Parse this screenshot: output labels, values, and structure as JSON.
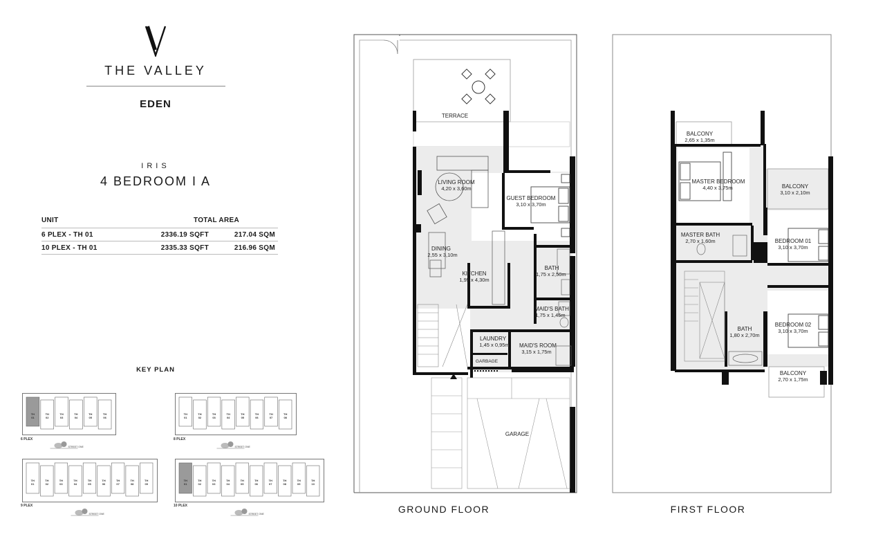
{
  "brand": {
    "name": "THE VALLEY",
    "subtitle": "EDEN"
  },
  "unit_type": {
    "name": "IRIS",
    "title": "4 BEDROOM I A"
  },
  "area_table": {
    "headers": {
      "unit": "UNIT",
      "total_area": "TOTAL AREA"
    },
    "rows": [
      {
        "unit": "6 PLEX - TH 01",
        "sqft": "2336.19 SQFT",
        "sqm": "217.04 SQM"
      },
      {
        "unit": "10 PLEX - TH 01",
        "sqft": "2335.33 SQFT",
        "sqm": "216.96 SQM"
      }
    ]
  },
  "key_plan": {
    "title": "KEY PLAN",
    "plans": [
      {
        "label": "6 PLEX",
        "units": [
          "TH 01",
          "TH 02",
          "TH 03",
          "TH 04",
          "TH 05",
          "TH 06"
        ],
        "highlight": "TH 01",
        "street": "STREET ONE"
      },
      {
        "label": "8 PLEX",
        "units": [
          "TH 01",
          "TH 02",
          "TH 03",
          "TH 04",
          "TH 05",
          "TH 06",
          "TH 07",
          "TH 08"
        ],
        "highlight": "",
        "street": "STREET ONE"
      },
      {
        "label": "9 PLEX",
        "units": [
          "TH 01",
          "TH 02",
          "TH 03",
          "TH 04",
          "TH 05",
          "TH 06",
          "TH 07",
          "TH 08",
          "TH 09"
        ],
        "highlight": "",
        "street": "STREET ONE"
      },
      {
        "label": "10 PLEX",
        "units": [
          "TH 01",
          "TH 02",
          "TH 03",
          "TH 04",
          "TH 05",
          "TH 06",
          "TH 07",
          "TH 08",
          "TH 09",
          "TH 10"
        ],
        "highlight": "TH 01",
        "street": "STREET ONE"
      }
    ]
  },
  "ground_floor": {
    "label": "GROUND FLOOR",
    "rooms": {
      "terrace": {
        "name": "TERRACE",
        "dims": ""
      },
      "living": {
        "name": "LIVING ROOM",
        "dims": "4,20 x 3,60m"
      },
      "guest": {
        "name": "GUEST BEDROOM",
        "dims": "3,10 x 3,70m"
      },
      "dining": {
        "name": "DINING",
        "dims": "2,55 x 3,10m"
      },
      "kitchen": {
        "name": "KITCHEN",
        "dims": "1,95 x 4,30m"
      },
      "bath": {
        "name": "BATH",
        "dims": "1,75 x 2,50m"
      },
      "maids_bath": {
        "name": "MAID'S BATH",
        "dims": "1,75 x 1,45m"
      },
      "laundry": {
        "name": "LAUNDRY",
        "dims": "1,45 x 0,95m"
      },
      "maids_room": {
        "name": "MAID'S ROOM",
        "dims": "3,15 x 1,75m"
      },
      "garbage": {
        "name": "GARBAGE",
        "dims": ""
      },
      "garage": {
        "name": "GARAGE",
        "dims": ""
      }
    }
  },
  "first_floor": {
    "label": "FIRST FLOOR",
    "rooms": {
      "balcony_top": {
        "name": "BALCONY",
        "dims": "2,65 x 1,35m"
      },
      "master_bedroom": {
        "name": "MASTER BEDROOM",
        "dims": "4,40 x 3,75m"
      },
      "balcony_right": {
        "name": "BALCONY",
        "dims": "3,10 x 2,10m"
      },
      "master_bath": {
        "name": "MASTER BATH",
        "dims": "2,70 x 1,60m"
      },
      "bedroom1": {
        "name": "BEDROOM 01",
        "dims": "3,10 x 3,70m"
      },
      "bath": {
        "name": "BATH",
        "dims": "1,80 x 2,70m"
      },
      "bedroom2": {
        "name": "BEDROOM 02",
        "dims": "3,10 x 3,70m"
      },
      "balcony_bottom": {
        "name": "BALCONY",
        "dims": "2,70 x 1,75m"
      }
    }
  }
}
